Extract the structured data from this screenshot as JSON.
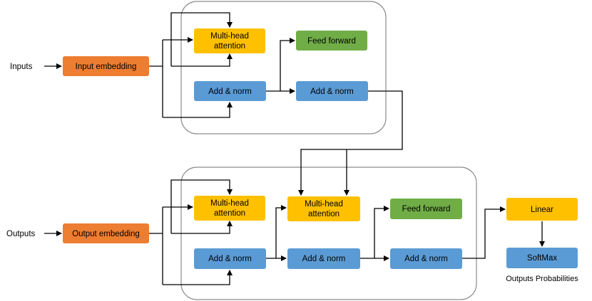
{
  "labels": {
    "inputs": "Inputs",
    "outputs": "Outputs",
    "outputs_probabilities": "Outputs Probabilities"
  },
  "encoder": {
    "input_embedding": "Input embedding",
    "mha_line1": "Multi-head",
    "mha_line2": "attention",
    "feed_forward": "Feed forward",
    "add_norm_1": "Add & norm",
    "add_norm_2": "Add & norm"
  },
  "decoder": {
    "output_embedding": "Output embedding",
    "mha1_line1": "Multi-head",
    "mha1_line2": "attention",
    "mha2_line1": "Multi-head",
    "mha2_line2": "attention",
    "feed_forward": "Feed forward",
    "add_norm_1": "Add & norm",
    "add_norm_2": "Add & norm",
    "add_norm_3": "Add & norm"
  },
  "head": {
    "linear": "Linear",
    "softmax": "SoftMax"
  },
  "colors": {
    "embedding": "#ed7d31",
    "attention": "#ffc000",
    "feed_forward": "#70ad47",
    "add_norm": "#5b9bd5"
  }
}
